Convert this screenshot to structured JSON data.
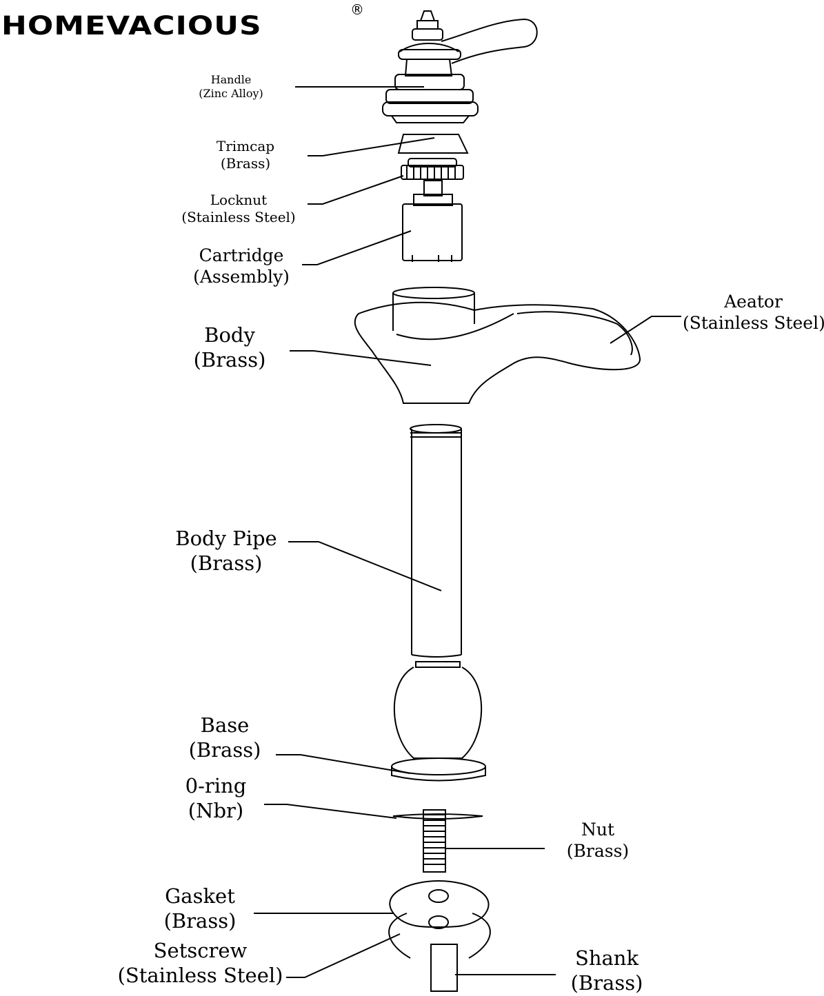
{
  "brand": {
    "name": "HOMEVACIOUS",
    "registered": "®"
  },
  "parts": [
    {
      "id": "handle",
      "name": "Handle",
      "material": "(Zinc Alloy)"
    },
    {
      "id": "trimcap",
      "name": "Trimcap",
      "material": "(Brass)"
    },
    {
      "id": "locknut",
      "name": "Locknut",
      "material": "(Stainless Steel)"
    },
    {
      "id": "cartridge",
      "name": "Cartridge",
      "material": "(Assembly)"
    },
    {
      "id": "body",
      "name": "Body",
      "material": "(Brass)"
    },
    {
      "id": "aerator",
      "name": "Aeator",
      "material": "(Stainless Steel)"
    },
    {
      "id": "body-pipe",
      "name": "Body Pipe",
      "material": "(Brass)"
    },
    {
      "id": "base",
      "name": "Base",
      "material": "(Brass)"
    },
    {
      "id": "o-ring",
      "name": "0-ring",
      "material": "(Nbr)"
    },
    {
      "id": "nut",
      "name": "Nut",
      "material": "(Brass)"
    },
    {
      "id": "gasket",
      "name": "Gasket",
      "material": "(Brass)"
    },
    {
      "id": "setscrew",
      "name": "Setscrew",
      "material": "(Stainless Steel)"
    },
    {
      "id": "shank",
      "name": "Shank",
      "material": "(Brass)"
    }
  ]
}
